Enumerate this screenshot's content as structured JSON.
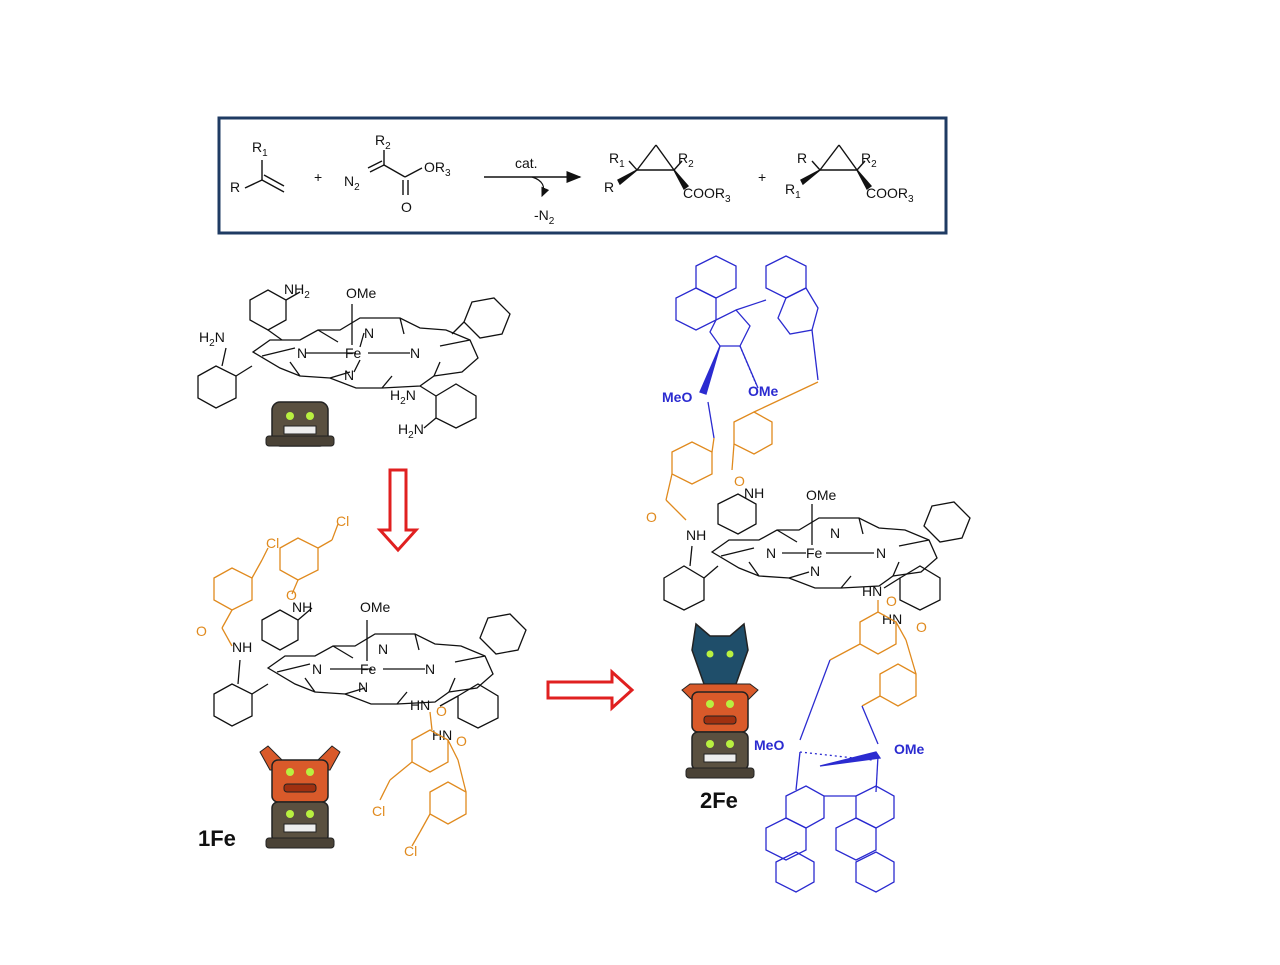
{
  "reaction": {
    "alkene": {
      "r1": "R",
      "r1_sub": "1",
      "r": "R"
    },
    "plus1": "+",
    "diazo": {
      "r2": "R",
      "r2_sub": "2",
      "n2": "N",
      "n2_sub": "2",
      "or3": "OR",
      "or3_sub": "3",
      "o": "O"
    },
    "arrow": {
      "catalyst": "cat.",
      "byproduct": "-N",
      "byproduct_sub": "2"
    },
    "product1": {
      "r1": "R",
      "r1_sub": "1",
      "r2": "R",
      "r2_sub": "2",
      "r": "R",
      "coor3": "COOR",
      "coor3_sub": "3"
    },
    "plus2": "+",
    "product2": {
      "r": "R",
      "r2": "R",
      "r2_sub": "2",
      "r1": "R",
      "r1_sub": "1",
      "coor3": "COOR",
      "coor3_sub": "3"
    }
  },
  "porphyrin": {
    "ome": "OMe",
    "fe": "Fe",
    "n": "N"
  },
  "start": {
    "nh2_top": "NH",
    "nh2_sub": "2",
    "h2n_left": "H",
    "h2n_left_sub": "2",
    "h2n_left_n": "N",
    "h2n_right": "H",
    "h2n_right_sub": "2",
    "h2n_right_n": "N",
    "h2n_bottom": "H",
    "h2n_bottom_sub": "2",
    "h2n_bottom_n": "N"
  },
  "intermediate": {
    "label": "1Fe",
    "nh": "NH",
    "hn": "HN",
    "cl": "Cl",
    "o": "O"
  },
  "final": {
    "label": "2Fe",
    "nh": "NH",
    "hn": "HN",
    "o": "O",
    "meo": "MeO",
    "ome": "OMe"
  },
  "colors": {
    "black": "#111111",
    "orange": "#e08a1e",
    "blue": "#2b2bd0",
    "red": "#e02020",
    "frame": "#1f3b63"
  }
}
